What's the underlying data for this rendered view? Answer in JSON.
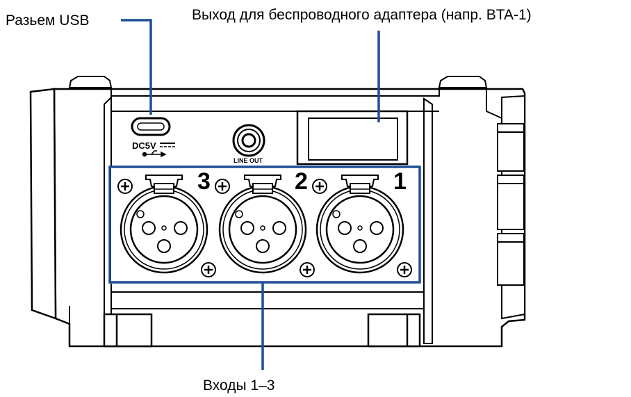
{
  "labels": {
    "usb": "Разьем USB",
    "wireless": "Выход для беспроводного адаптера (напр. BTA-1)",
    "inputs": "Входы 1–3"
  },
  "panel": {
    "dc_marking": "DC5V",
    "line_out_marking": "LINE OUT",
    "input_numbers": [
      "3",
      "2",
      "1"
    ]
  },
  "colors": {
    "callout": "#1f4e99",
    "outline": "#000000",
    "background": "#ffffff"
  }
}
